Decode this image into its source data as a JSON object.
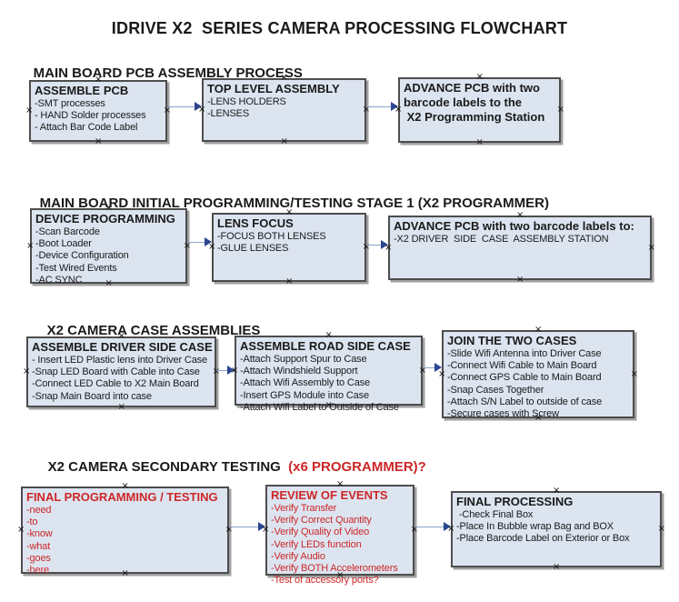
{
  "title": "IDRIVE X2  SERIES CAMERA PROCESSING FLOWCHART",
  "colors": {
    "red_accent": "#cc2727",
    "box_fill": "#dce4f0",
    "box_border": "#4d4d4d",
    "arrow_line": "#8ba3c7",
    "arrow_head": "#2b4590"
  },
  "sections": [
    {
      "heading": "MAIN BOARD PCB ASSEMBLY PROCESS",
      "boxes": [
        {
          "title": "ASSEMBLE PCB",
          "lines": [
            "-SMT processes",
            "- HAND Solder processes",
            "- Attach Bar Code Label"
          ]
        },
        {
          "title": "TOP LEVEL ASSEMBLY",
          "lines": [
            "-LENS HOLDERS",
            "-LENSES"
          ]
        },
        {
          "lines": [
            "ADVANCE PCB with two",
            "barcode labels to the",
            " X2 Programming Station"
          ]
        }
      ]
    },
    {
      "heading": "MAIN BOARD INITIAL PROGRAMMING/TESTING STAGE 1 (X2 PROGRAMMER)",
      "boxes": [
        {
          "title": "DEVICE PROGRAMMING",
          "lines": [
            "-Scan Barcode",
            "-Boot Loader",
            "-Device Configuration",
            "-Test Wired Events",
            "-AC SYNC"
          ]
        },
        {
          "title": "LENS FOCUS",
          "lines": [
            "-FOCUS BOTH LENSES",
            "-GLUE LENSES"
          ]
        },
        {
          "title": "ADVANCE PCB with two barcode labels to:",
          "lines": [
            "-X2 DRIVER  SIDE  CASE  ASSEMBLY STATION"
          ]
        }
      ]
    },
    {
      "heading": "X2 CAMERA CASE ASSEMBLIES",
      "boxes": [
        {
          "title": "ASSEMBLE DRIVER SIDE CASE",
          "lines": [
            "- Insert LED Plastic lens into Driver Case",
            "-Snap LED Board with Cable into Case",
            "-Connect LED Cable to X2 Main Board",
            "-Snap Main Board into case"
          ]
        },
        {
          "title": "ASSEMBLE ROAD SIDE CASE",
          "lines": [
            "-Attach Support Spur to Case",
            "-Attach Windshield Support",
            "-Attach Wifi Assembly to Case",
            "-Insert GPS Module into Case",
            "-Attach Wifi Label to Outside of Case"
          ]
        },
        {
          "title": "JOIN THE TWO CASES",
          "lines": [
            "-Slide Wifi Antenna into Driver Case",
            "-Connect Wifi Cable to Main Board",
            "-Connect GPS Cable to Main Board",
            "-Snap Cases Together",
            "-Attach S/N Label to outside of case",
            "-Secure cases with Screw"
          ]
        }
      ]
    },
    {
      "heading": "X2 CAMERA SECONDARY TESTING ",
      "heading_suffix": " (x6 PROGRAMMER)?",
      "boxes": [
        {
          "title": "FINAL PROGRAMMING / TESTING",
          "lines": [
            "-need",
            "-to",
            "-know",
            "-what",
            "-goes",
            "-here"
          ]
        },
        {
          "title": "REVIEW OF EVENTS",
          "lines": [
            "-Verify Transfer",
            "-Verify Correct Quantity",
            "-Verify Quality of Video",
            "-Verify LEDs function",
            "-Verify Audio",
            "-Verify BOTH Accelerometers",
            "-Test of accessory ports?"
          ]
        },
        {
          "title": "FINAL PROCESSING",
          "lines": [
            " -Check Final Box",
            "-Place In Bubble wrap Bag and BOX",
            "-Place Barcode Label on Exterior or Box"
          ]
        }
      ]
    }
  ]
}
